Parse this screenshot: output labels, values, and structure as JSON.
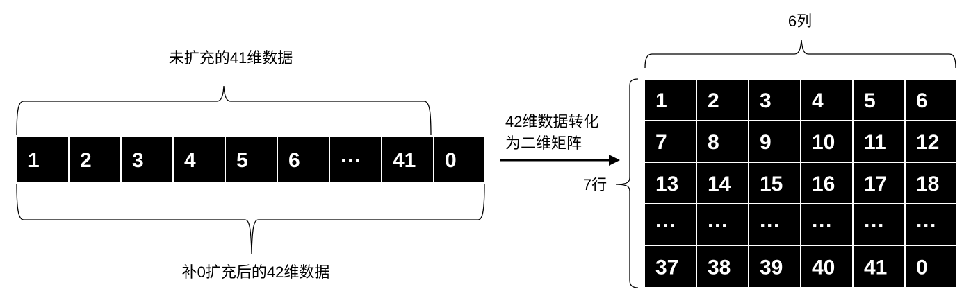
{
  "labels": {
    "unexpanded": "未扩充的41维数据",
    "expanded": "补0扩充后的42维数据",
    "transform_line1": "42维数据转化",
    "transform_line2": "为二维矩阵",
    "columns": "6列",
    "rows": "7行"
  },
  "vector_cells": [
    "1",
    "2",
    "3",
    "4",
    "5",
    "6",
    "···",
    "41",
    "0"
  ],
  "matrix_rows": [
    [
      "1",
      "2",
      "3",
      "4",
      "5",
      "6"
    ],
    [
      "7",
      "8",
      "9",
      "10",
      "11",
      "12"
    ],
    [
      "13",
      "14",
      "15",
      "16",
      "17",
      "18"
    ],
    [
      "···",
      "···",
      "···",
      "···",
      "···",
      "···"
    ],
    [
      "37",
      "38",
      "39",
      "40",
      "41",
      "0"
    ]
  ],
  "colors": {
    "cell_fill": "#000000",
    "cell_text": "#ffffff",
    "cell_border": "#ffffff"
  }
}
